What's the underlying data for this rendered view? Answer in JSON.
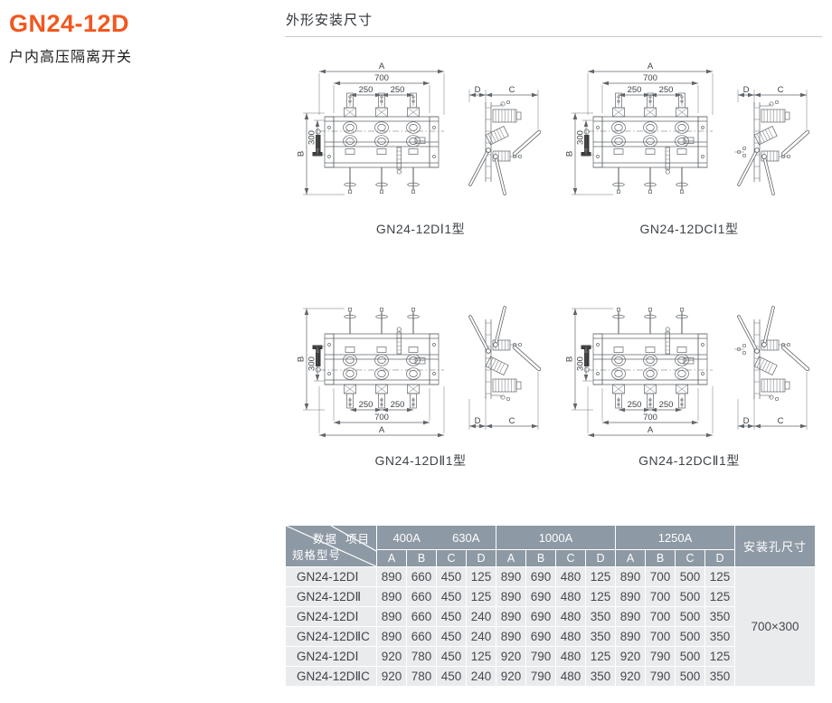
{
  "header": {
    "model": "GN24-12D",
    "product": "户内高压隔离开关"
  },
  "section": {
    "title": "外形安装尺寸"
  },
  "dim_labels": {
    "A": "A",
    "B": "B",
    "C": "C",
    "D": "D",
    "span": "700",
    "pitch": "250",
    "depth": "300"
  },
  "figures": [
    {
      "caption": "GN24-12DⅠ1型"
    },
    {
      "caption": "GN24-12DCⅠ1型"
    },
    {
      "caption": "GN24-12DⅡ1型"
    },
    {
      "caption": "GN24-12DCⅡ1型"
    }
  ],
  "table": {
    "corner": {
      "data": "数据",
      "item": "项目",
      "model": "规格型号"
    },
    "col_groups": [
      {
        "labels": [
          "400A",
          "630A"
        ]
      },
      {
        "labels": [
          "1000A"
        ]
      },
      {
        "labels": [
          "1250A"
        ]
      }
    ],
    "sub_columns": [
      "A",
      "B",
      "C",
      "D"
    ],
    "mount_header": "安装孔尺寸",
    "mount_value": "700×300",
    "rows": [
      {
        "model": "GN24-12DⅠ",
        "values": [
          "890",
          "660",
          "450",
          "125",
          "890",
          "690",
          "480",
          "125",
          "890",
          "700",
          "500",
          "125"
        ]
      },
      {
        "model": "GN24-12DⅡ",
        "values": [
          "890",
          "660",
          "450",
          "125",
          "890",
          "690",
          "480",
          "125",
          "890",
          "700",
          "500",
          "125"
        ]
      },
      {
        "model": "GN24-12DⅠ",
        "values": [
          "890",
          "660",
          "450",
          "240",
          "890",
          "690",
          "480",
          "350",
          "890",
          "700",
          "500",
          "350"
        ]
      },
      {
        "model": "GN24-12DⅡC",
        "values": [
          "890",
          "660",
          "450",
          "240",
          "890",
          "690",
          "480",
          "350",
          "890",
          "700",
          "500",
          "350"
        ]
      },
      {
        "model": "GN24-12DⅠ",
        "values": [
          "920",
          "780",
          "450",
          "125",
          "920",
          "790",
          "480",
          "125",
          "920",
          "790",
          "500",
          "125"
        ]
      },
      {
        "model": "GN24-12DⅡC",
        "values": [
          "920",
          "780",
          "450",
          "240",
          "920",
          "790",
          "480",
          "350",
          "920",
          "790",
          "500",
          "350"
        ]
      }
    ]
  },
  "colors": {
    "accent": "#F1571E",
    "table_header_bg": "#8D99A4",
    "table_row_bg": "#E9EBED",
    "drawing_line": "#60656A"
  }
}
